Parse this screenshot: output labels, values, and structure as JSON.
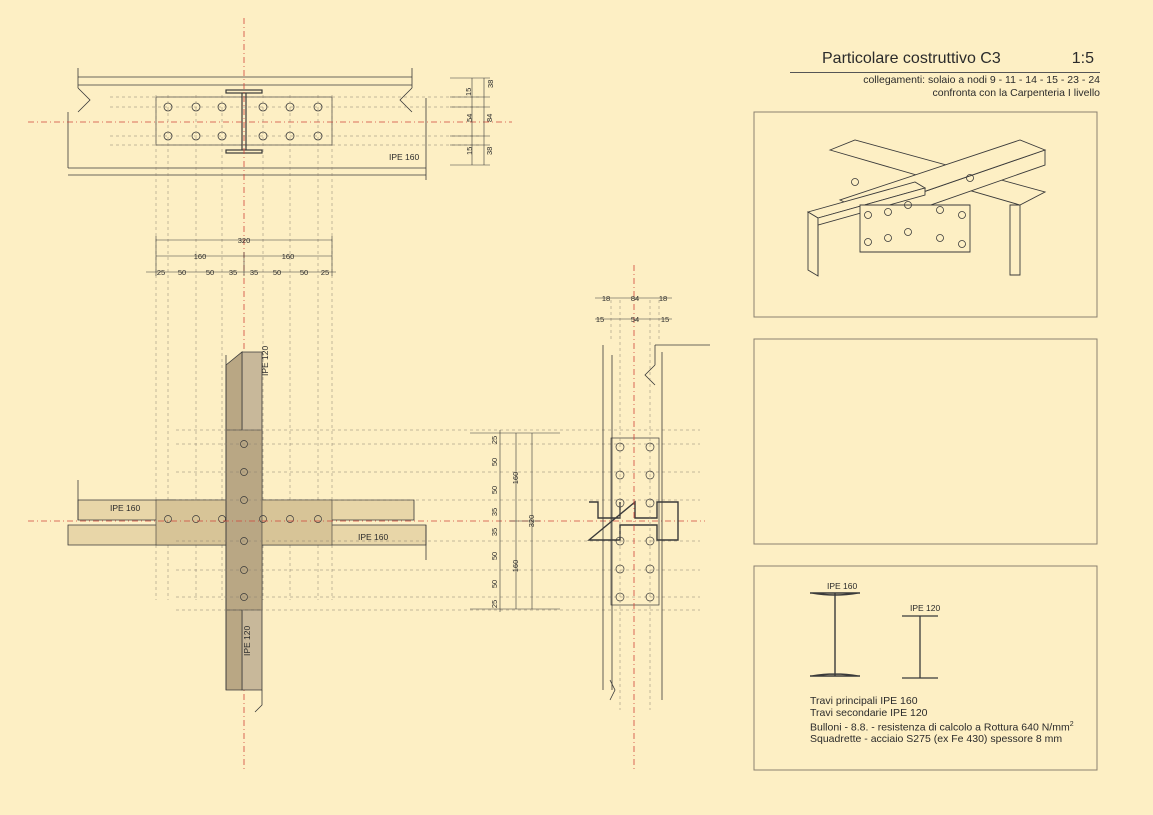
{
  "title": {
    "name": "Particolare costruttivo C3",
    "scale": "1:5",
    "line1": "collegamenti: solaio a nodi 9  - 11 - 14 - 15 - 23 - 24",
    "line2": "confronta con la Carpenteria I livello"
  },
  "labels": {
    "ipe160": "IPE 160",
    "ipe120": "IPE 120"
  },
  "dims": {
    "top_right": [
      "38",
      "15",
      "54",
      "84",
      "15",
      "38"
    ],
    "total": "320",
    "halves": [
      "160",
      "160"
    ],
    "chain": [
      "25",
      "50",
      "50",
      "35",
      "35",
      "50",
      "50",
      "25"
    ],
    "side_top": [
      "18",
      "84",
      "18"
    ],
    "side_bottom": [
      "15",
      "54",
      "15"
    ],
    "vertical_chain": [
      "25",
      "50",
      "50",
      "35",
      "35",
      "50",
      "50",
      "25"
    ],
    "vertical_halves": [
      "160",
      "160"
    ],
    "vertical_total": "320"
  },
  "legend": {
    "profile_a": "IPE 160",
    "profile_b": "IPE 120"
  },
  "notes": {
    "line1": "Travi principali IPE 160",
    "line2": "Travi secondarie IPE 120",
    "line3_pre": "Bulloni - 8.8. - resistenza di calcolo a Rottura 640 N/mm",
    "line3_sup": "2",
    "line4": "Squadrette - acciaio  S275 (ex Fe 430) spessore 8 mm"
  },
  "colors": {
    "background": "#fdefc4",
    "line": "#3a3a3a",
    "axis": "#d0453a",
    "plate_fill": "#c8b89a",
    "beam_fill": "#e8d6a8"
  }
}
